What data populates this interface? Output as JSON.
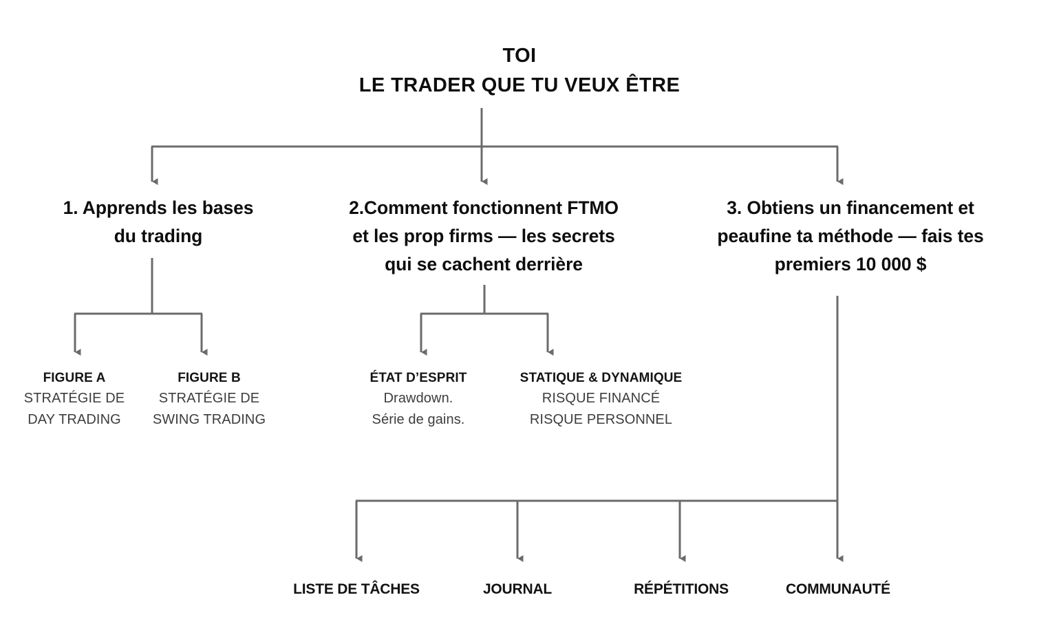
{
  "diagram": {
    "type": "tree",
    "orientation": "top-down",
    "background_color": "#ffffff",
    "connector_color": "#6b6b6b",
    "text_color": "#0d0d0d",
    "subtext_color": "#3d3d3d"
  },
  "root": {
    "line1": "TOI",
    "line2": "LE TRADER QUE TU VEUX ÊTRE"
  },
  "branches": [
    {
      "id": "branch-1",
      "line1": "1. Apprends les bases",
      "line2": "du trading",
      "children": [
        {
          "id": "figure-a",
          "title": "FIGURE A",
          "sub1": "STRATÉGIE DE",
          "sub2": "DAY TRADING"
        },
        {
          "id": "figure-b",
          "title": "FIGURE B",
          "sub1": "STRATÉGIE DE",
          "sub2": "SWING TRADING"
        }
      ]
    },
    {
      "id": "branch-2",
      "line1": "2.Comment fonctionnent FTMO",
      "line2": "et les prop firms — les secrets",
      "line3": "qui se cachent derrière",
      "children": [
        {
          "id": "etat-desprit",
          "title": "ÉTAT D’ESPRIT",
          "sub1": "Drawdown.",
          "sub2": "Série de gains."
        },
        {
          "id": "statique-dynamique",
          "title": "STATIQUE & DYNAMIQUE",
          "sub1": "RISQUE FINANCÉ",
          "sub2": "RISQUE PERSONNEL"
        }
      ]
    },
    {
      "id": "branch-3",
      "line1": "3. Obtiens un financement et",
      "line2": "peaufine ta méthode — fais tes",
      "line3": "premiers 10 000 $"
    }
  ],
  "bottom_row": {
    "items": [
      {
        "id": "liste-de-taches",
        "label": "LISTE DE TÂCHES"
      },
      {
        "id": "journal",
        "label": "JOURNAL"
      },
      {
        "id": "repetitions",
        "label": "RÉPÉTITIONS"
      },
      {
        "id": "communaute",
        "label": "COMMUNAUTÉ"
      }
    ]
  }
}
